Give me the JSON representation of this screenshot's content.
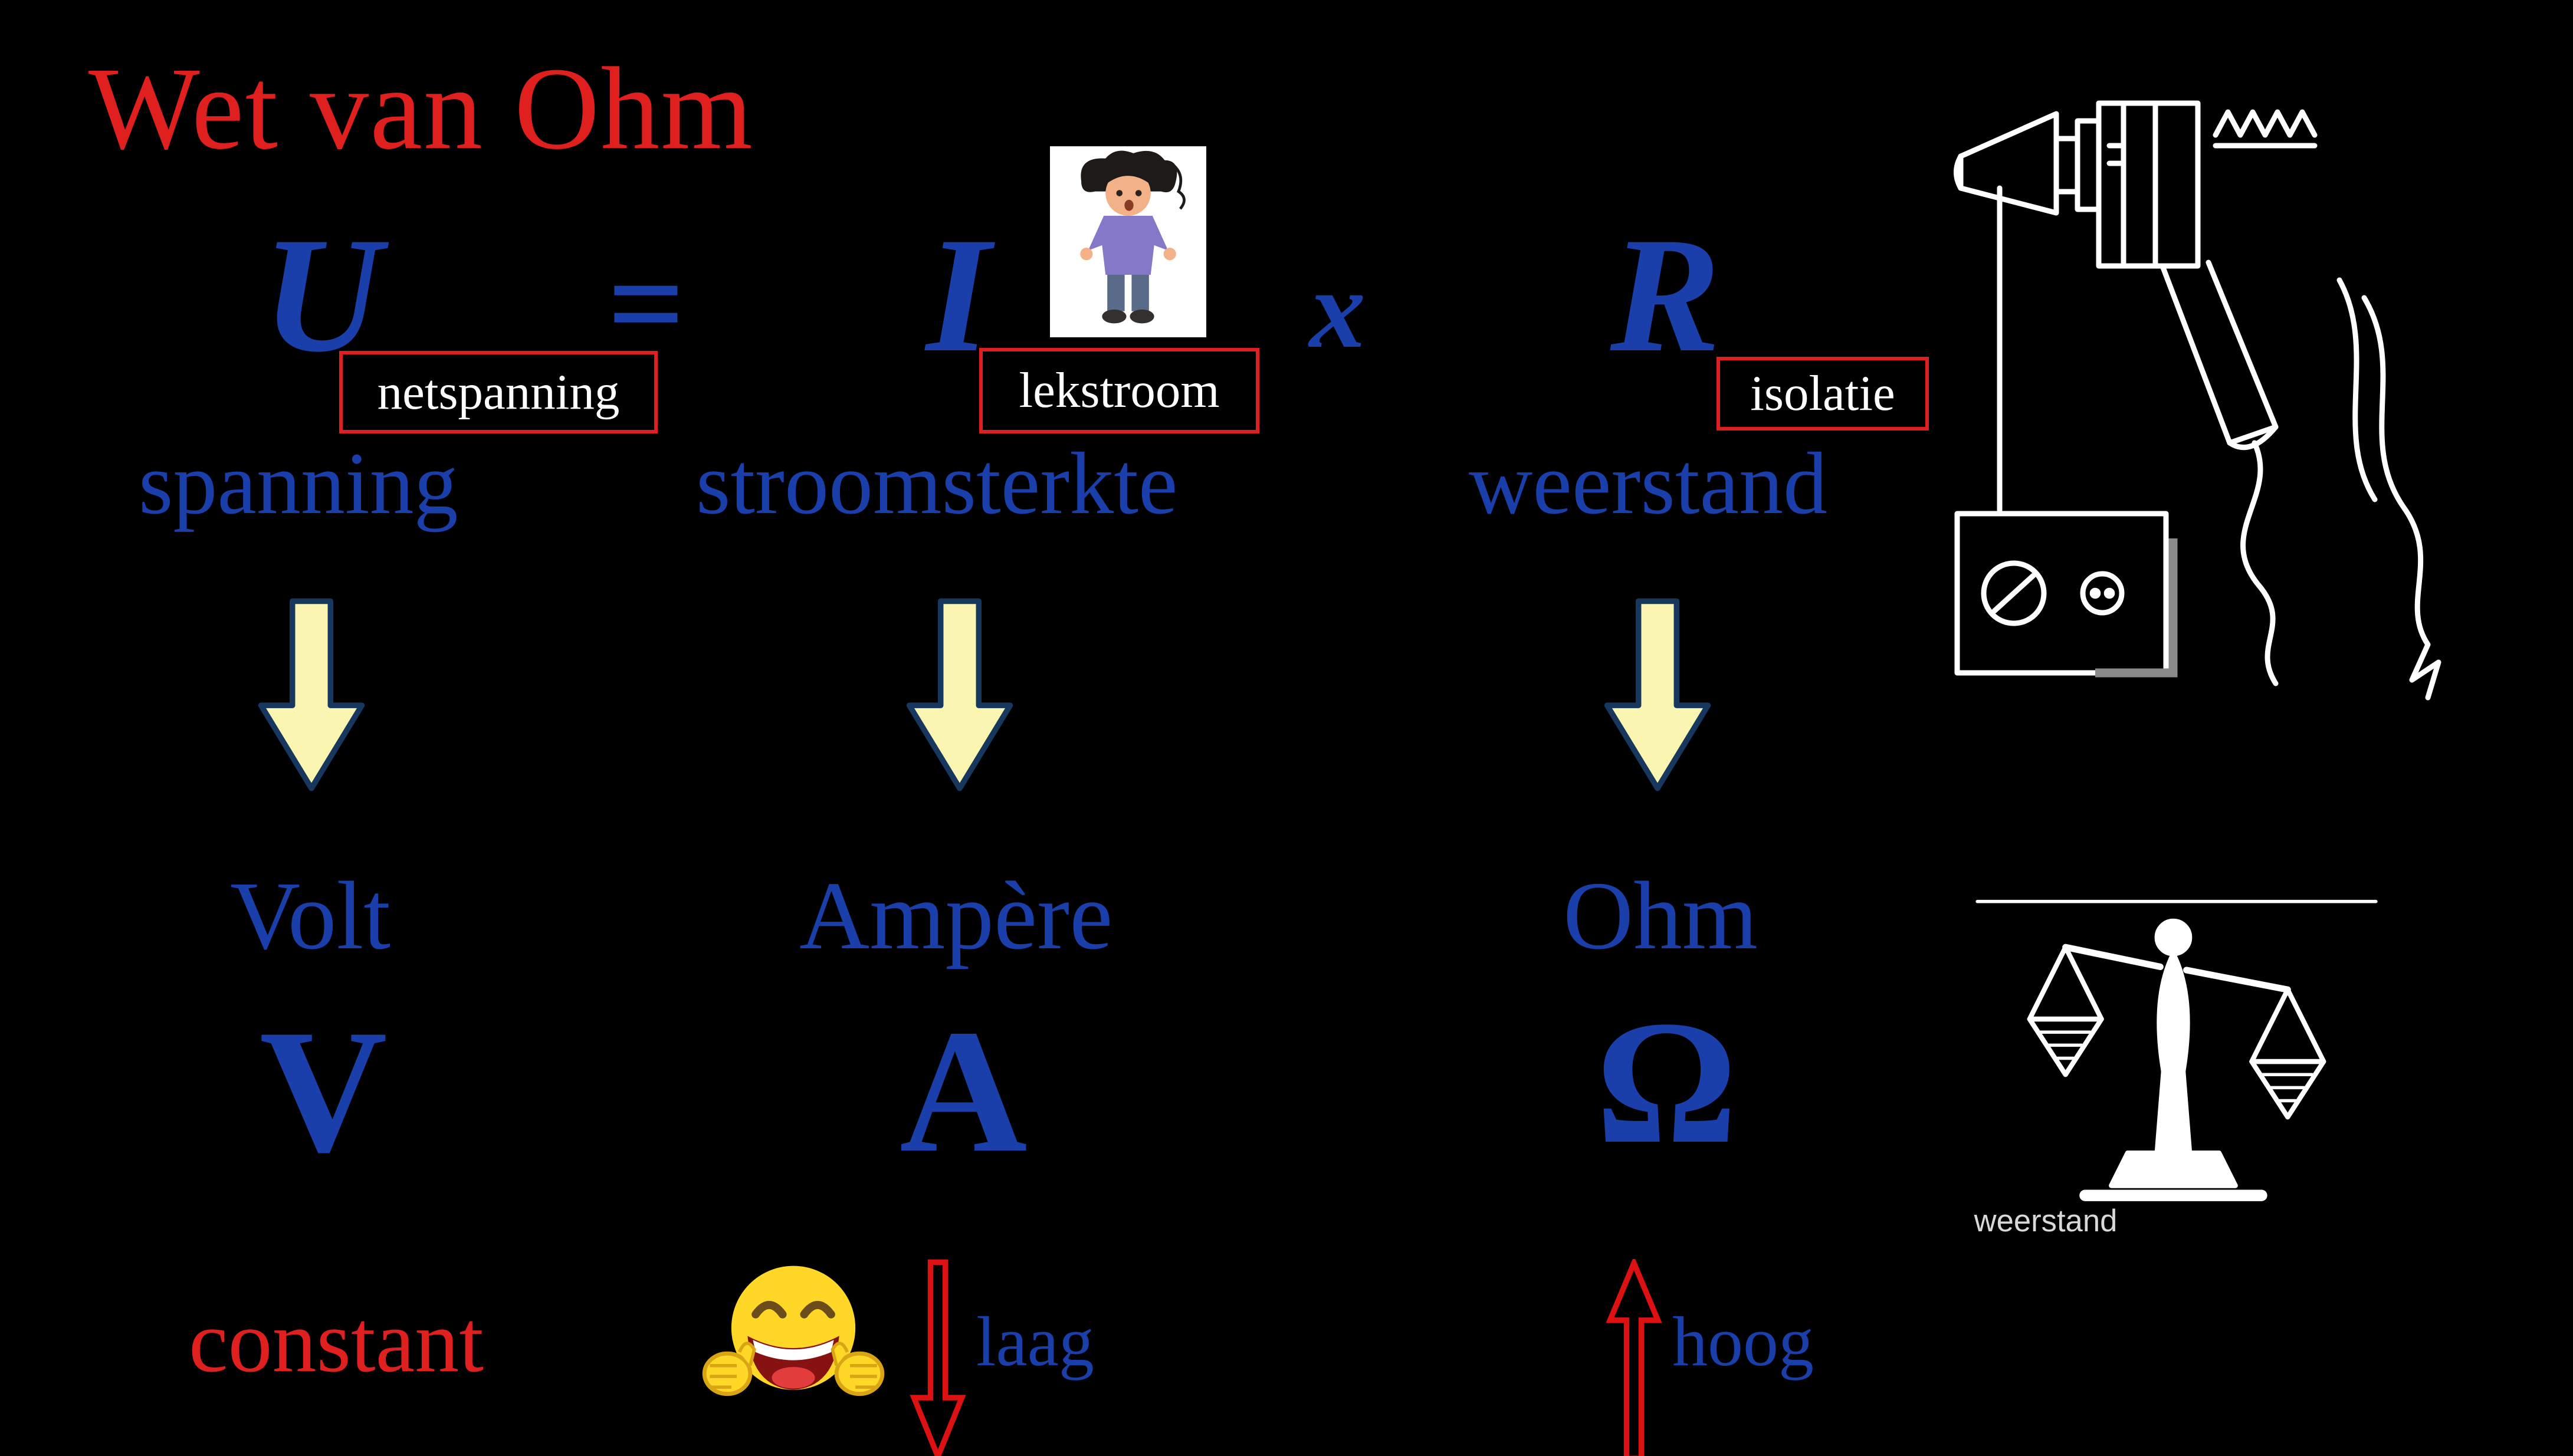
{
  "title": "Wet van Ohm",
  "formula": {
    "lhs": "U",
    "equals": "=",
    "rhs1": "I",
    "operator": "x",
    "rhs2": "R"
  },
  "columns": [
    {
      "tag": "netspanning",
      "quantity": "spanning",
      "unit": "Volt",
      "symbol": "V",
      "note": "constant"
    },
    {
      "tag": "lekstroom",
      "quantity": "stroomsterkte",
      "unit": "Ampère",
      "symbol": "A",
      "note": "laag"
    },
    {
      "tag": "isolatie",
      "quantity": "weerstand",
      "unit": "Ohm",
      "symbol": "Ω",
      "note": "hoog"
    }
  ],
  "drawings": {
    "balance_label": "weerstand"
  },
  "colors": {
    "background": "#000000",
    "blue_text": "#1b3faa",
    "red_text": "#e0201f",
    "tag_text": "#ffffff",
    "arrow_fill": "#faf6b2",
    "arrow_outline": "#17375e",
    "red_arrow": "#dd1111"
  }
}
